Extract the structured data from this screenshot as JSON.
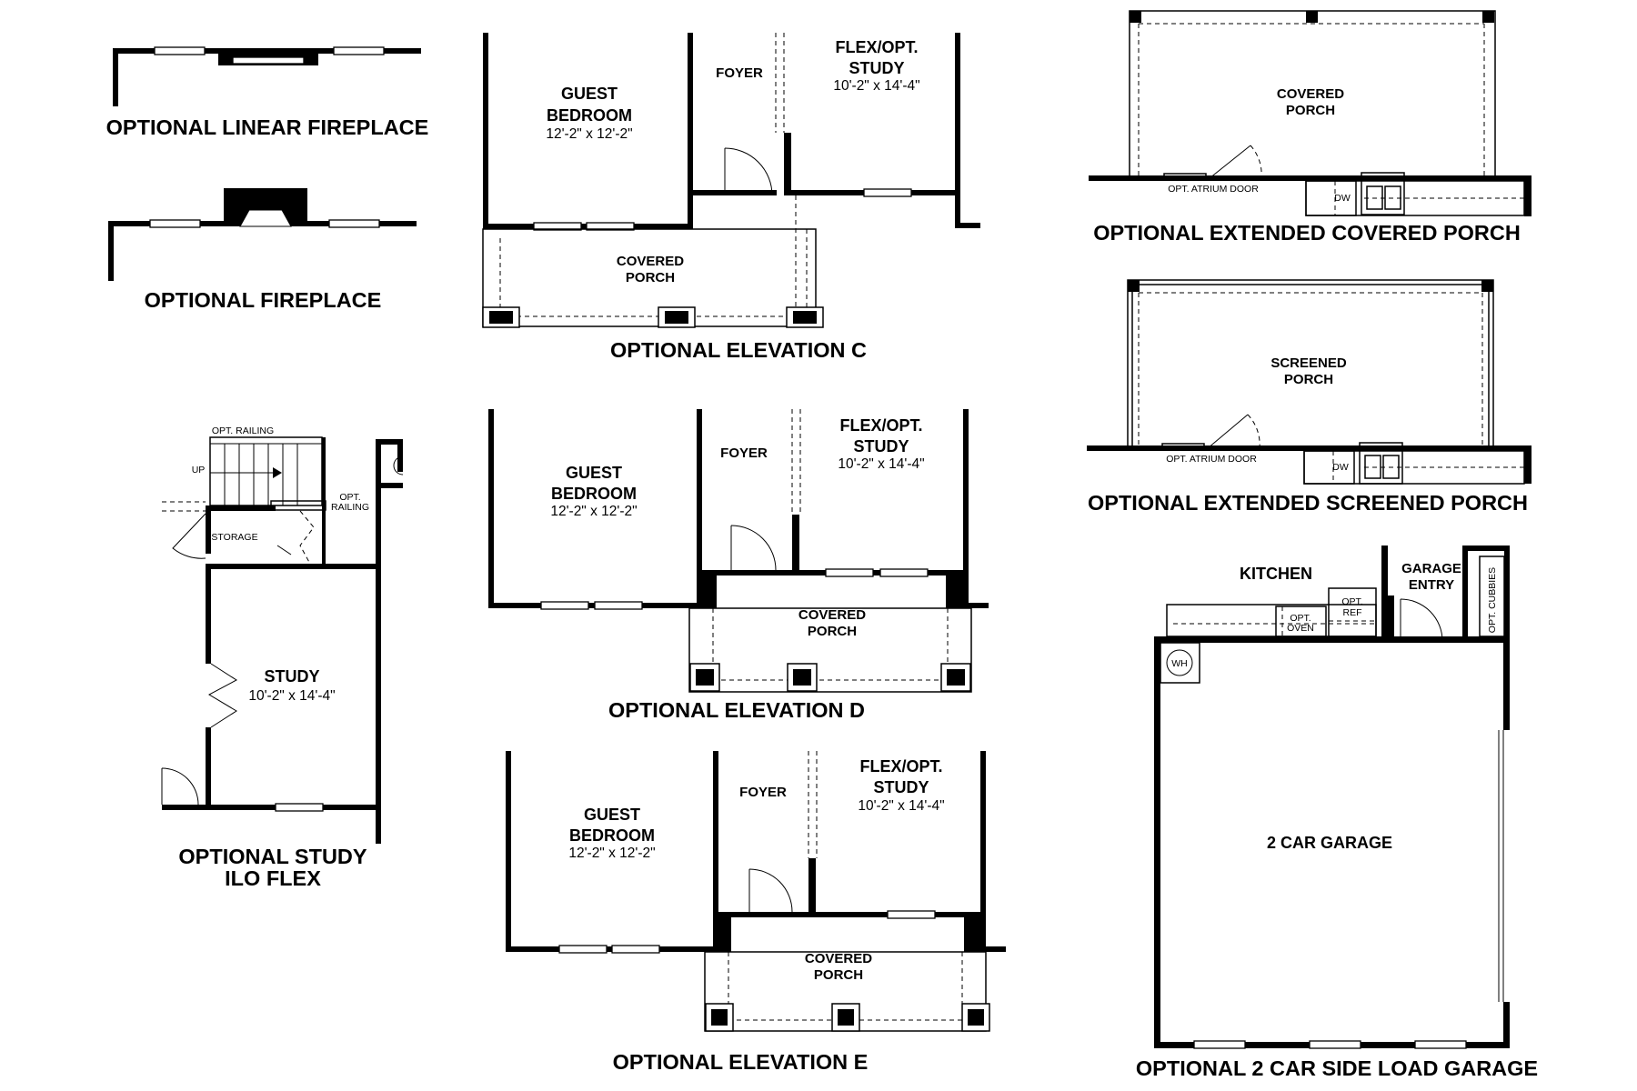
{
  "labels": {
    "linear_fireplace": "OPTIONAL LINEAR FIREPLACE",
    "fireplace": "OPTIONAL FIREPLACE",
    "elev_c": "OPTIONAL ELEVATION C",
    "elev_d": "OPTIONAL ELEVATION D",
    "elev_e": "OPTIONAL ELEVATION E",
    "study_1": "OPTIONAL STUDY",
    "study_2": "ILO FLEX",
    "ext_covered": "OPTIONAL EXTENDED COVERED PORCH",
    "ext_screened": "OPTIONAL EXTENDED SCREENED PORCH",
    "garage": "OPTIONAL 2 CAR SIDE LOAD GARAGE"
  },
  "rooms": {
    "guest_1": "GUEST",
    "guest_2": "BEDROOM",
    "guest_dim": "12'-2\" x 12'-2\"",
    "foyer": "FOYER",
    "flex_1": "FLEX/OPT.",
    "flex_2": "STUDY",
    "flex_dim": "10'-2\" x 14'-4\"",
    "covered_1": "COVERED",
    "porch": "PORCH",
    "screened_1": "SCREENED",
    "study": "STUDY",
    "study_dim": "10'-2\" x 14'-4\"",
    "storage": "STORAGE",
    "up": "UP",
    "opt_railing": "OPT. RAILING",
    "opt": "OPT.",
    "railing": "RAILING",
    "atrium_door": "OPT. ATRIUM DOOR",
    "dw": "DW",
    "kitchen": "KITCHEN",
    "garage_1": "GARAGE",
    "entry": "ENTRY",
    "ref": "REF",
    "oven": "OVEN",
    "cubbies": "OPT. CUBBIES",
    "wh": "WH",
    "two_car": "2 CAR GARAGE"
  }
}
